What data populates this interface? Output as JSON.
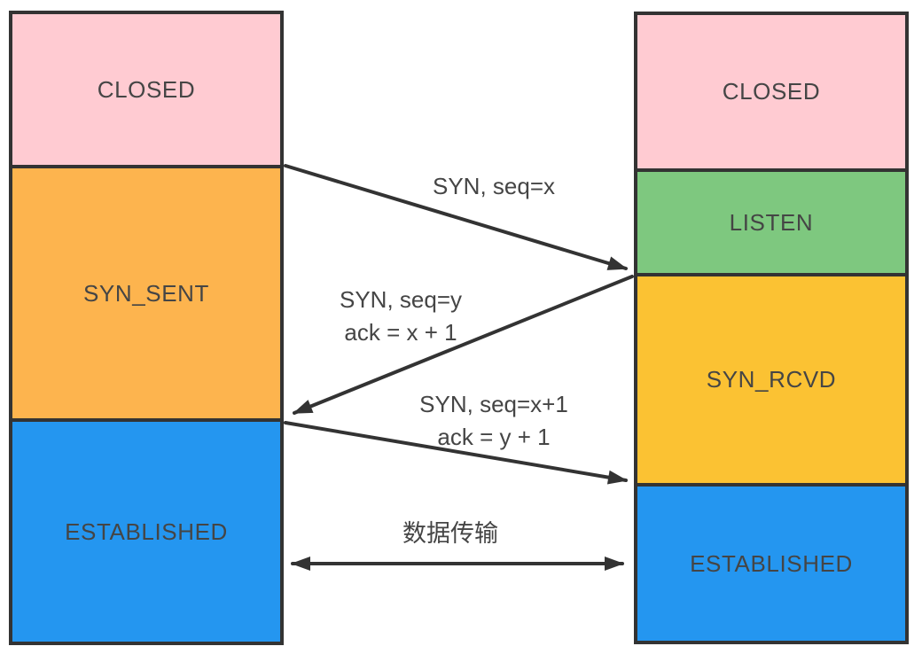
{
  "diagram": {
    "title_hint": "TCP three-way handshake state diagram",
    "client": {
      "states": [
        {
          "label": "CLOSED",
          "color": "#FFCBD2"
        },
        {
          "label": "SYN_SENT",
          "color": "#FDB44E"
        },
        {
          "label": "ESTABLISHED",
          "color": "#2496F0"
        }
      ]
    },
    "server": {
      "states": [
        {
          "label": "CLOSED",
          "color": "#FFCBD2"
        },
        {
          "label": "LISTEN",
          "color": "#7EC87F"
        },
        {
          "label": "SYN_RCVD",
          "color": "#FBC233"
        },
        {
          "label": "ESTABLISHED",
          "color": "#2496F0"
        }
      ]
    },
    "messages": [
      {
        "line1": "SYN, seq=x"
      },
      {
        "line1": "SYN, seq=y",
        "line2": "ack = x + 1"
      },
      {
        "line1": "SYN, seq=x+1",
        "line2": "ack = y + 1"
      },
      {
        "line1": "数据传输"
      }
    ],
    "colors": {
      "outline": "#333333",
      "arrow": "#333333",
      "text": "#454545",
      "background": "#FFFFFF"
    }
  }
}
